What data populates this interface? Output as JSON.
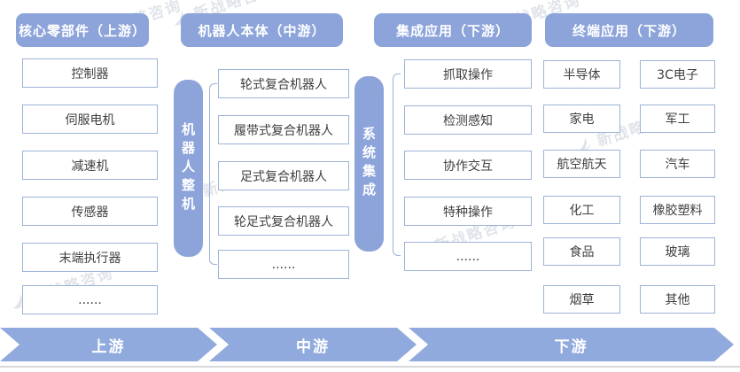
{
  "watermark": {
    "text": "新战略咨询"
  },
  "diagram": {
    "columns": [
      {
        "header": "核心零部件（上游）",
        "items": [
          "控制器",
          "伺服电机",
          "减速机",
          "传感器",
          "末端执行器",
          "......"
        ]
      },
      {
        "header": "机器人本体（中游）",
        "side_label": "机器人整机",
        "items": [
          "轮式复合机器人",
          "履带式复合机器人",
          "足式复合机器人",
          "轮足式复合机器人",
          "......"
        ]
      },
      {
        "header": "集成应用（下游）",
        "side_label": "系统集成",
        "items": [
          "抓取操作",
          "检测感知",
          "协作交互",
          "特种操作",
          "......"
        ]
      },
      {
        "header": "终端应用（下游）",
        "left_items": [
          "半导体",
          "家电",
          "航空航天",
          "化工",
          "食品",
          "烟草"
        ],
        "right_items": [
          "3C电子",
          "军工",
          "汽车",
          "橡胶塑料",
          "玻璃",
          "其他"
        ]
      }
    ],
    "flow": [
      "上游",
      "中游",
      "下游"
    ]
  },
  "colors": {
    "header_fill": "#8CA4DA",
    "arrow_fill": "#91AADD",
    "item_border": "#9CB3D8",
    "item_text": "#3F3F3F",
    "header_text": "#FFFFFF"
  }
}
